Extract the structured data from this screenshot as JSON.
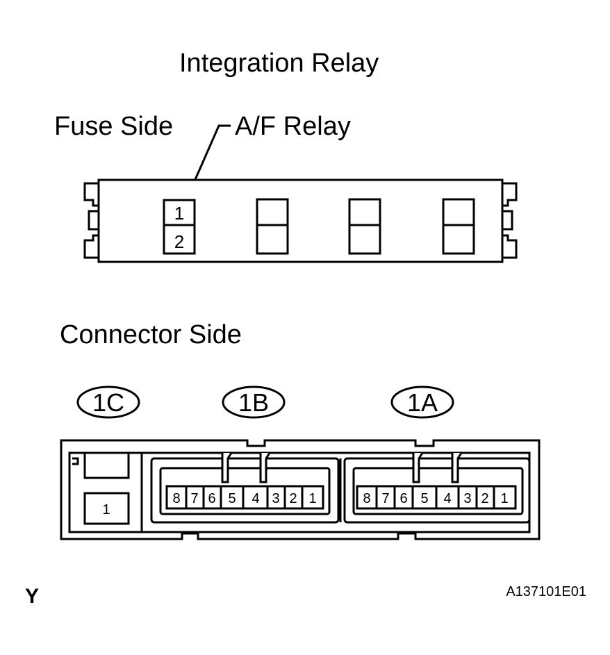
{
  "diagram": {
    "title": "Integration Relay",
    "fuse_side_label": "Fuse Side",
    "relay_callout": "A/F Relay",
    "relay_terminals": [
      "1",
      "2"
    ],
    "connector_side_label": "Connector Side",
    "connectors": [
      {
        "id": "1C",
        "pins": [
          "1"
        ]
      },
      {
        "id": "1B",
        "pins": [
          "8",
          "7",
          "6",
          "5",
          "4",
          "3",
          "2",
          "1"
        ]
      },
      {
        "id": "1A",
        "pins": [
          "8",
          "7",
          "6",
          "5",
          "4",
          "3",
          "2",
          "1"
        ]
      }
    ],
    "view_mark": "Y",
    "figure_code": "A137101E01"
  }
}
